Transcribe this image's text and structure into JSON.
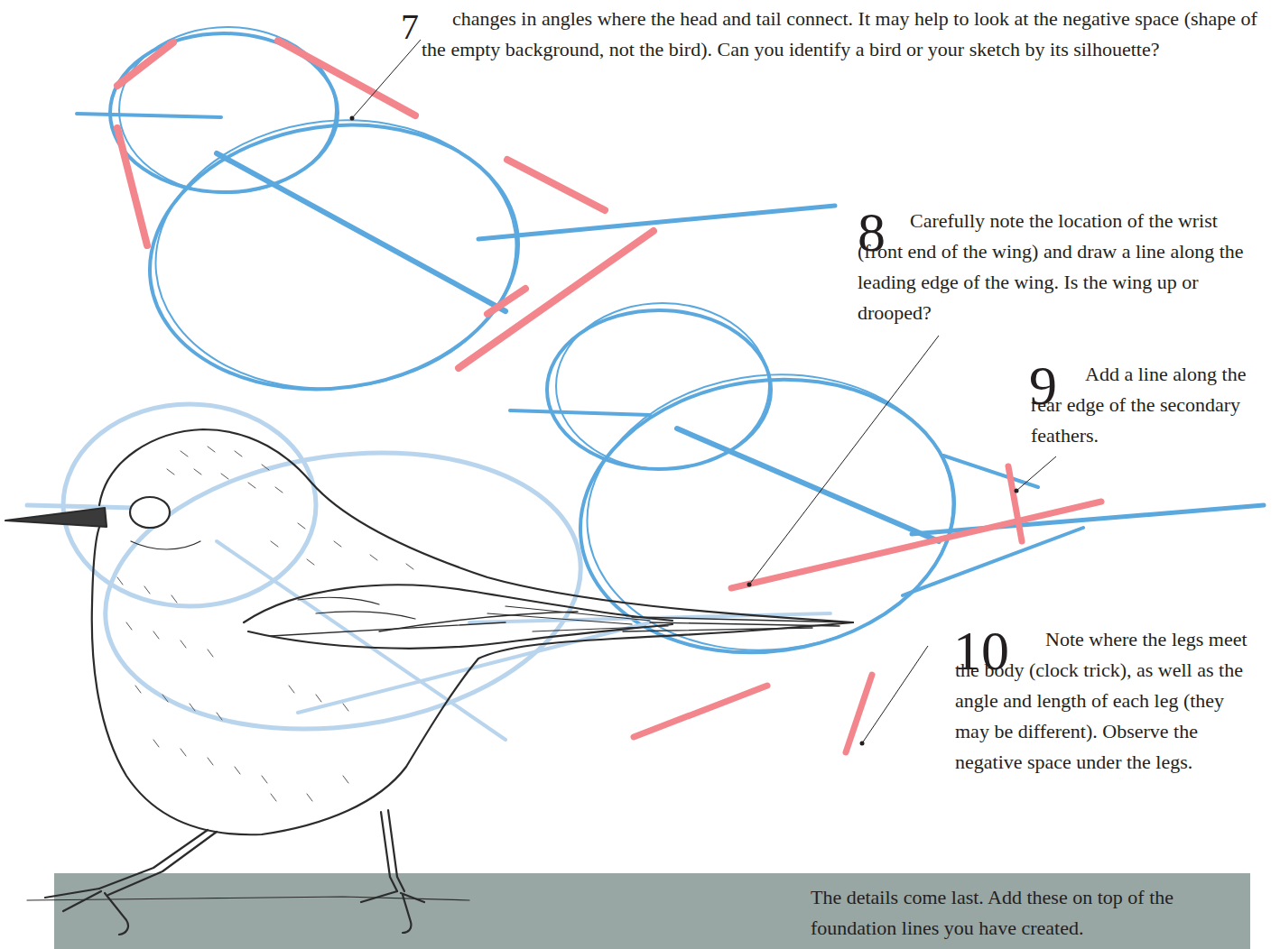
{
  "diagram": {
    "labels": [
      "7",
      "changes in angles where the head and tail connect. It may help to look at the negative space (shape of the empty background, not the bird). Can you identify a bird or your sketch by its silhouette?",
      "8",
      "Carefully note the location of the wrist (front end of the wing) and draw a line along the leading edge of the wing. Is the wing up or drooped?",
      "9",
      "Add a line along the rear edge of the secondary feathers.",
      "10",
      "Note where the legs meet the body (clock trick), as well as the angle and length of each leg (they may be different). Observe the negative space under the legs.",
      "The details come last. Add these on top of the foundation lines you have created."
    ]
  }
}
